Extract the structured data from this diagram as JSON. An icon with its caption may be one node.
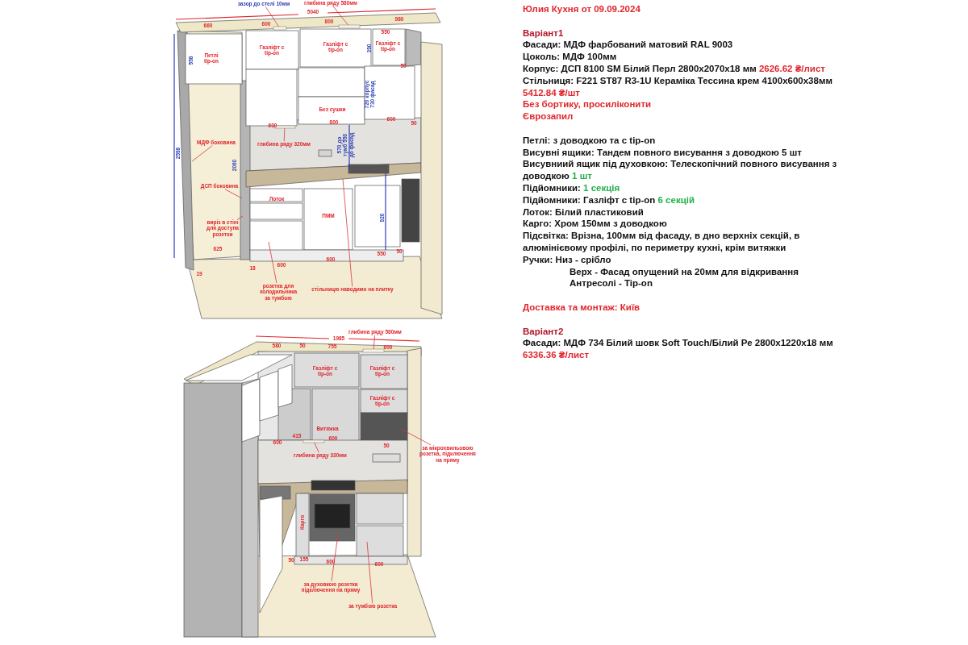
{
  "diagram": {
    "title": "Юлия Кухня от 09.09.2024",
    "nodes": [
      {
        "text": [
          "зазор до стелі 10мм"
        ]
      },
      {
        "text": [
          "глибина ряду 580мм"
        ]
      },
      {
        "text": [
          "глибина ряду 320мм"
        ]
      },
      {
        "text": [
          "МДФ боковина"
        ]
      },
      {
        "text": [
          "ДСП боковина"
        ]
      },
      {
        "text": [
          "виріз в стіні для доступа розетки"
        ]
      },
      {
        "text": [
          "розетка для холодильника за тумбою"
        ]
      },
      {
        "text": [
          "стільницю наводимо на плитку"
        ]
      },
      {
        "text": [
          "глибина ряду 580мм"
        ]
      },
      {
        "text": [
          "глибина ряду 330мм"
        ]
      },
      {
        "text": [
          "за мікрохвильовою розетка, підключення на пряму"
        ]
      },
      {
        "text": [
          "за духовкою розетка підключення на пряму"
        ]
      },
      {
        "text": [
          "за тумбою розетка"
        ]
      },
      {
        "text": [],
        "shape": "bar"
      },
      {
        "text": [],
        "shape": "bar"
      },
      {
        "text": [],
        "shape": "bar"
      },
      {
        "text": [],
        "shape": "bar"
      },
      {
        "text": [],
        "shape": "bar"
      }
    ],
    "edges": [
      {
        "from": 0,
        "to": 13,
        "arrow": "none"
      },
      {
        "from": 1,
        "to": 14,
        "arrow": "none"
      },
      {
        "from": 2,
        "to": 15,
        "arrow": "none"
      },
      {
        "from": 3,
        "to": null,
        "arrow": "none"
      },
      {
        "from": 4,
        "to": null,
        "arrow": "none"
      },
      {
        "from": 5,
        "to": null,
        "arrow": "none"
      },
      {
        "from": 6,
        "to": null,
        "arrow": "none"
      },
      {
        "from": 7,
        "to": null,
        "arrow": "none"
      },
      {
        "from": 8,
        "to": 16,
        "arrow": "none"
      },
      {
        "from": 9,
        "to": 17,
        "arrow": "none"
      },
      {
        "from": 10,
        "to": null,
        "arrow": "none"
      },
      {
        "from": 11,
        "to": null,
        "arrow": "none"
      },
      {
        "from": 12,
        "to": null,
        "arrow": "none"
      }
    ],
    "labels": [
      "Варіант1",
      "Фасади: МДФ фарбований матовий RAL 9003",
      "Цоколь: МДФ 100мм",
      "Корпус: ДСП 8100 SM Білий Перл 2800x2070x18 мм",
      "2626.62 ₴/лист",
      "Стільниця: F221 ST87 R3-1U Кераміка Тессина крем 4100x600x38мм",
      "5412.84 ₴/шт",
      "Без бортику, просиліконити",
      "Єврозапил",
      "Петлі: з доводкою та с tip-on",
      "Висувні ящики: Тандем повного висування з доводкою 5 шт",
      "Висувниий ящик під духовкою: Телескопічний повного висування з доводкою",
      "1 шт",
      "Підйомники:",
      "1 секція",
      "Підйомники: Газліфт с tip-on",
      "6 секцій",
      "Лоток: Білий пластиковий",
      "Карго: Хром 150мм з доводкою",
      "Підсвітка: Врізна, 100мм від фасаду, в дно верхніх секцій, в алюмінієвому профілі, по периметру кухні, крім витяжки",
      "Ручки: Низ - срібло",
      "Верх - Фасад опущений на 20мм для відкривання",
      "Антресолі - Tip-on",
      "Доставка та монтаж: Київ",
      "Варіант2",
      "Фасади: МДФ 734 Білий шовк Soft Touch/Білий Ре 2800x1220x18 мм",
      "6336.36 ₴/лист",
      "5040",
      "660",
      "600",
      "800",
      "980",
      "Петлі tip-on",
      "Газліфт с tip-on",
      "Газліфт с tip-on",
      "550",
      "Газліфт с tip-on",
      "558",
      "390",
      "50",
      "720 корпус 730 фасад",
      "Без сушки",
      "600",
      "800",
      "600",
      "50",
      "570 до тумб 550 до фасад",
      "2598",
      "2060",
      "Лоток",
      "ПММ",
      "920",
      "625",
      "19",
      "18",
      "600",
      "600",
      "550",
      "50",
      "1985",
      "580",
      "50",
      "755",
      "600",
      "Газліфт с tip-on",
      "Газліфт с tip-on",
      "Газліфт с tip-on",
      "Витяжка",
      "415",
      "600",
      "600",
      "50",
      "Карго",
      "50",
      "155",
      "600",
      "600"
    ]
  }
}
